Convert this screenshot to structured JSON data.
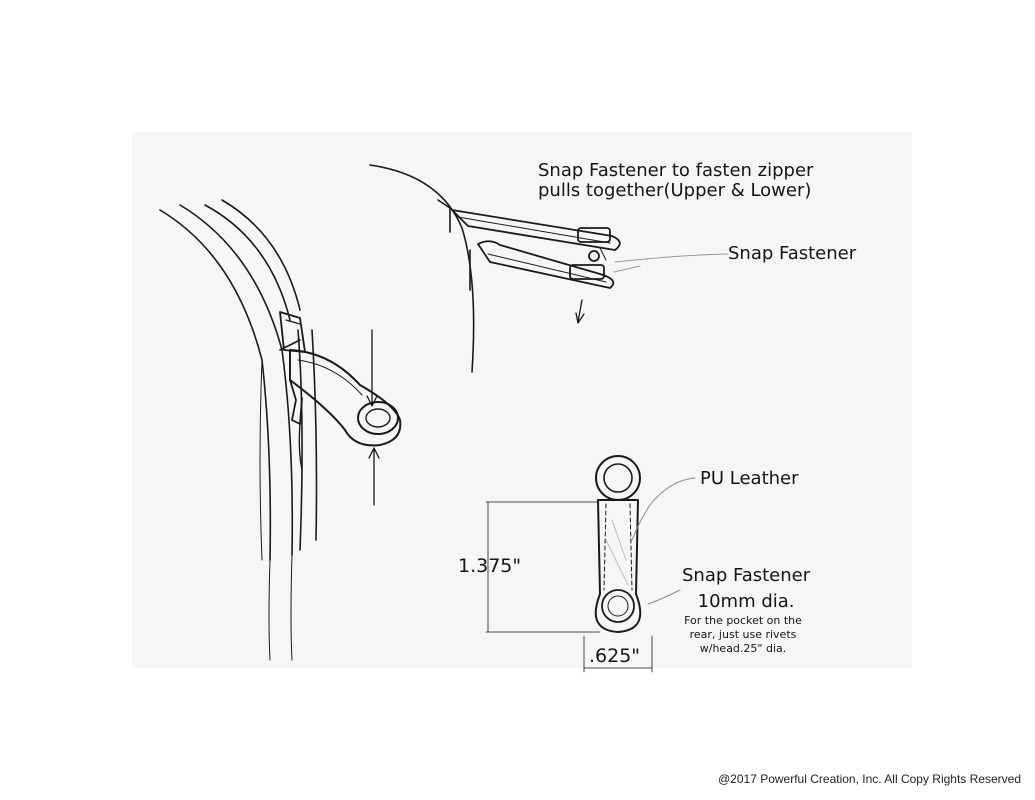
{
  "labels": {
    "snap_zipper_line1": "Snap Fastener to fasten zipper",
    "snap_zipper_line2": "pulls together(Upper & Lower)",
    "snap_fastener": "Snap Fastener",
    "pu_leather": "PU Leather",
    "snap_10mm_line1": "Snap Fastener",
    "snap_10mm_line2": "10mm dia.",
    "pocket_note": "For the pocket on the rear, just use rivets w/head.25\" dia."
  },
  "dimensions": {
    "height": "1.375\"",
    "width": ".625\""
  },
  "footer": {
    "copyright": "@2017 Powerful Creation, Inc. All Copy Rights Reserved"
  }
}
